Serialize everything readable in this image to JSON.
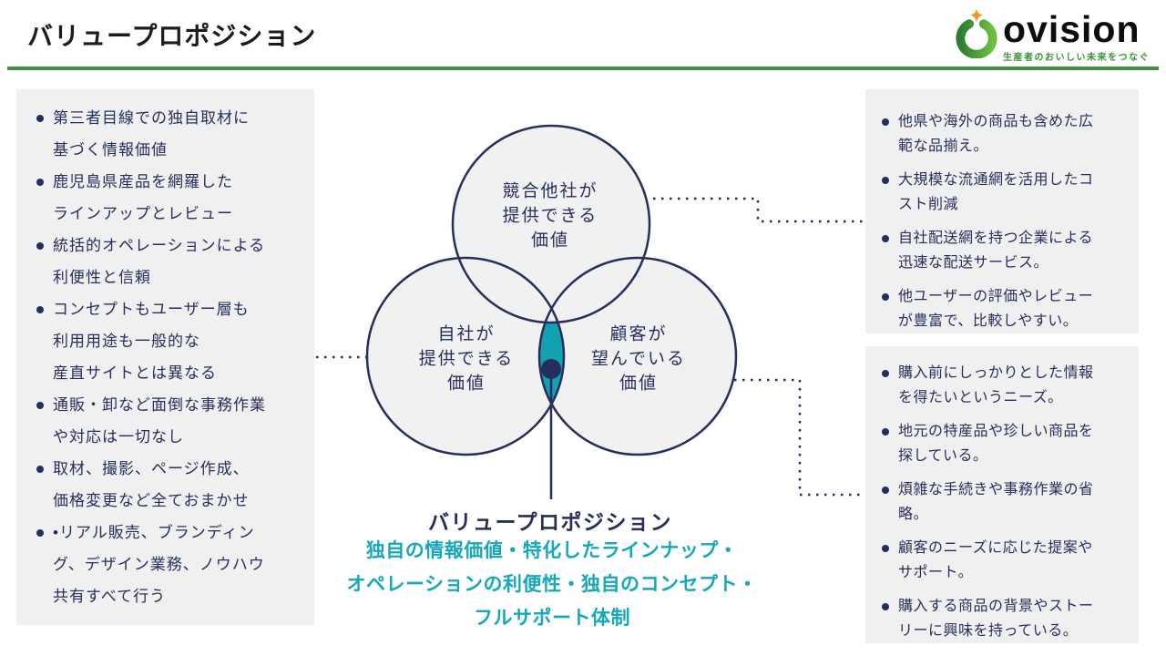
{
  "header": {
    "title": "バリュープロポジション",
    "logo": {
      "wordmark": "ovision",
      "tagline": "生産者のおいしい未来をつなぐ"
    }
  },
  "left_panel": {
    "items": [
      "第三者目線での独自取材に\n基づく情報価値",
      "鹿児島県産品を網羅した\nラインアップとレビュー",
      "統括的オペレーションによる\n利便性と信頼",
      "コンセプトもユーザー層も\n利用用途も一般的な\n産直サイトとは異なる",
      "通販・卸など面倒な事務作業\nや対応は一切なし",
      "取材、撮影、ページ作成、\n価格変更など全ておまかせ",
      "•リアル販売、ブランディン\nグ、デザイン業務、ノウハウ\n共有すべて行う"
    ]
  },
  "venn": {
    "top_circle_label": "競合他社が\n提供できる\n価値",
    "left_circle_label": "自社が\n提供できる\n価値",
    "right_circle_label": "顧客が\n望んでいる\n価値"
  },
  "right_top_panel": {
    "items": [
      "他県や海外の商品も含めた広\n範な品揃え。",
      "大規模な流通網を活用したコ\nスト削減",
      "自社配送網を持つ企業による\n迅速な配送サービス。",
      "他ユーザーの評価やレビュー\nが豊富で、比較しやすい。"
    ]
  },
  "right_bottom_panel": {
    "items": [
      "購入前にしっかりとした情報\nを得たいというニーズ。",
      "地元の特産品や珍しい商品を\n探している。",
      "煩雑な手続きや事務作業の省\n略。",
      "顧客のニーズに応じた提案や\nサポート。",
      "購入する商品の背景やストー\nリーに興味を持っている。"
    ]
  },
  "value_proposition": {
    "heading": "バリュープロポジション",
    "description": "独自の情報価値・特化したラインナップ・\nオペレーションの利便性・独自のコンセプト・\nフルサポート体制"
  },
  "colors": {
    "navy": "#262E5C",
    "teal_fill": "#12A1B1",
    "teal_text": "#16A8B8",
    "panel_gray": "#F0F0F1",
    "green_rule": "#45923E",
    "logo_green_dark": "#2E7D32",
    "logo_green_light": "#6CBF3E",
    "logo_orange": "#F59E2A"
  }
}
